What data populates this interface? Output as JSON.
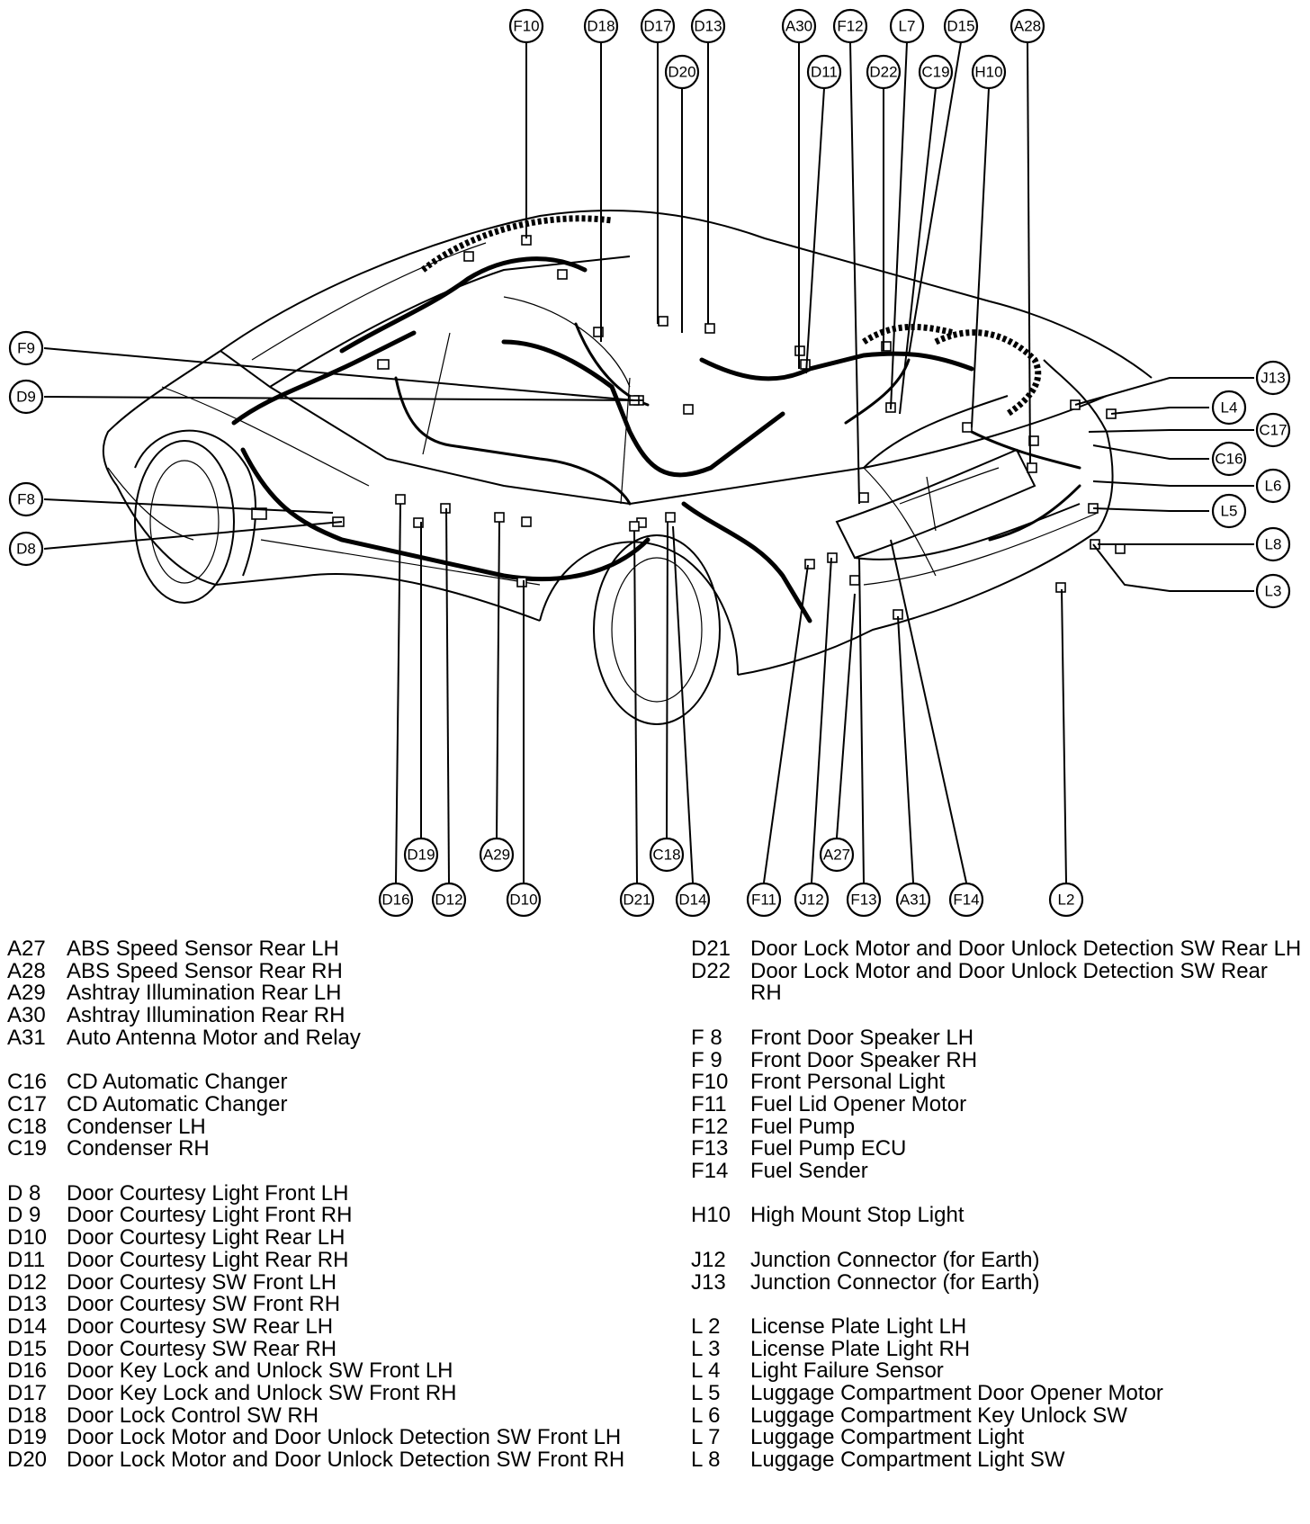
{
  "callouts": {
    "F10": "F10",
    "D18": "D18",
    "D17": "D17",
    "D13": "D13",
    "A30": "A30",
    "F12": "F12",
    "L7": "L7",
    "D15": "D15",
    "A28": "A28",
    "D20": "D20",
    "D11": "D11",
    "D22": "D22",
    "C19": "C19",
    "H10": "H10",
    "F9": "F9",
    "D9": "D9",
    "F8": "F8",
    "D8": "D8",
    "J13": "J13",
    "L4": "L4",
    "C17": "C17",
    "C16": "C16",
    "L6": "L6",
    "L5": "L5",
    "L8": "L8",
    "L3": "L3",
    "D19": "D19",
    "A29": "A29",
    "C18": "C18",
    "A27": "A27",
    "D16": "D16",
    "D12": "D12",
    "D10": "D10",
    "D21": "D21",
    "D14": "D14",
    "F11": "F11",
    "J12": "J12",
    "F13": "F13",
    "A31": "A31",
    "F14": "F14",
    "L2": "L2"
  },
  "legend_left": [
    {
      "code": "A27",
      "desc": "ABS Speed Sensor Rear LH"
    },
    {
      "code": "A28",
      "desc": "ABS Speed Sensor Rear RH"
    },
    {
      "code": "A29",
      "desc": "Ashtray Illumination Rear LH"
    },
    {
      "code": "A30",
      "desc": "Ashtray Illumination Rear RH"
    },
    {
      "code": "A31",
      "desc": "Auto Antenna Motor and Relay"
    },
    {
      "code": "C16",
      "desc": "CD Automatic Changer"
    },
    {
      "code": "C17",
      "desc": "CD Automatic Changer"
    },
    {
      "code": "C18",
      "desc": "Condenser LH"
    },
    {
      "code": "C19",
      "desc": "Condenser RH"
    },
    {
      "code": "D 8",
      "desc": "Door Courtesy Light Front LH"
    },
    {
      "code": "D 9",
      "desc": "Door Courtesy Light Front RH"
    },
    {
      "code": "D10",
      "desc": "Door Courtesy Light Rear LH"
    },
    {
      "code": "D11",
      "desc": "Door Courtesy Light Rear RH"
    },
    {
      "code": "D12",
      "desc": "Door Courtesy SW Front LH"
    },
    {
      "code": "D13",
      "desc": "Door Courtesy SW Front RH"
    },
    {
      "code": "D14",
      "desc": "Door Courtesy SW Rear LH"
    },
    {
      "code": "D15",
      "desc": "Door Courtesy SW Rear RH"
    },
    {
      "code": "D16",
      "desc": "Door Key Lock and Unlock SW Front LH"
    },
    {
      "code": "D17",
      "desc": "Door Key Lock and Unlock SW Front RH"
    },
    {
      "code": "D18",
      "desc": "Door Lock Control SW RH"
    },
    {
      "code": "D19",
      "desc": "Door Lock Motor and Door Unlock Detection SW Front LH"
    },
    {
      "code": "D20",
      "desc": "Door Lock Motor and Door Unlock Detection SW Front RH"
    }
  ],
  "legend_right": [
    {
      "code": "D21",
      "desc": "Door Lock Motor and Door Unlock Detection SW Rear LH"
    },
    {
      "code": "D22",
      "desc": "Door Lock Motor and Door Unlock Detection SW Rear RH"
    },
    {
      "code": "F 8",
      "desc": "Front Door Speaker LH"
    },
    {
      "code": "F 9",
      "desc": "Front Door Speaker RH"
    },
    {
      "code": "F10",
      "desc": "Front Personal Light"
    },
    {
      "code": "F11",
      "desc": "Fuel Lid Opener Motor"
    },
    {
      "code": "F12",
      "desc": "Fuel Pump"
    },
    {
      "code": "F13",
      "desc": "Fuel Pump ECU"
    },
    {
      "code": "F14",
      "desc": "Fuel Sender"
    },
    {
      "code": "H10",
      "desc": "High Mount Stop Light"
    },
    {
      "code": "J12",
      "desc": "Junction Connector (for Earth)"
    },
    {
      "code": "J13",
      "desc": "Junction Connector (for Earth)"
    },
    {
      "code": "L 2",
      "desc": "License Plate Light LH"
    },
    {
      "code": "L 3",
      "desc": "License Plate Light RH"
    },
    {
      "code": "L 4",
      "desc": "Light Failure Sensor"
    },
    {
      "code": "L 5",
      "desc": "Luggage Compartment Door Opener Motor"
    },
    {
      "code": "L 6",
      "desc": "Luggage Compartment Key Unlock SW"
    },
    {
      "code": "L 7",
      "desc": "Luggage Compartment Light"
    },
    {
      "code": "L 8",
      "desc": "Luggage Compartment Light SW"
    }
  ]
}
